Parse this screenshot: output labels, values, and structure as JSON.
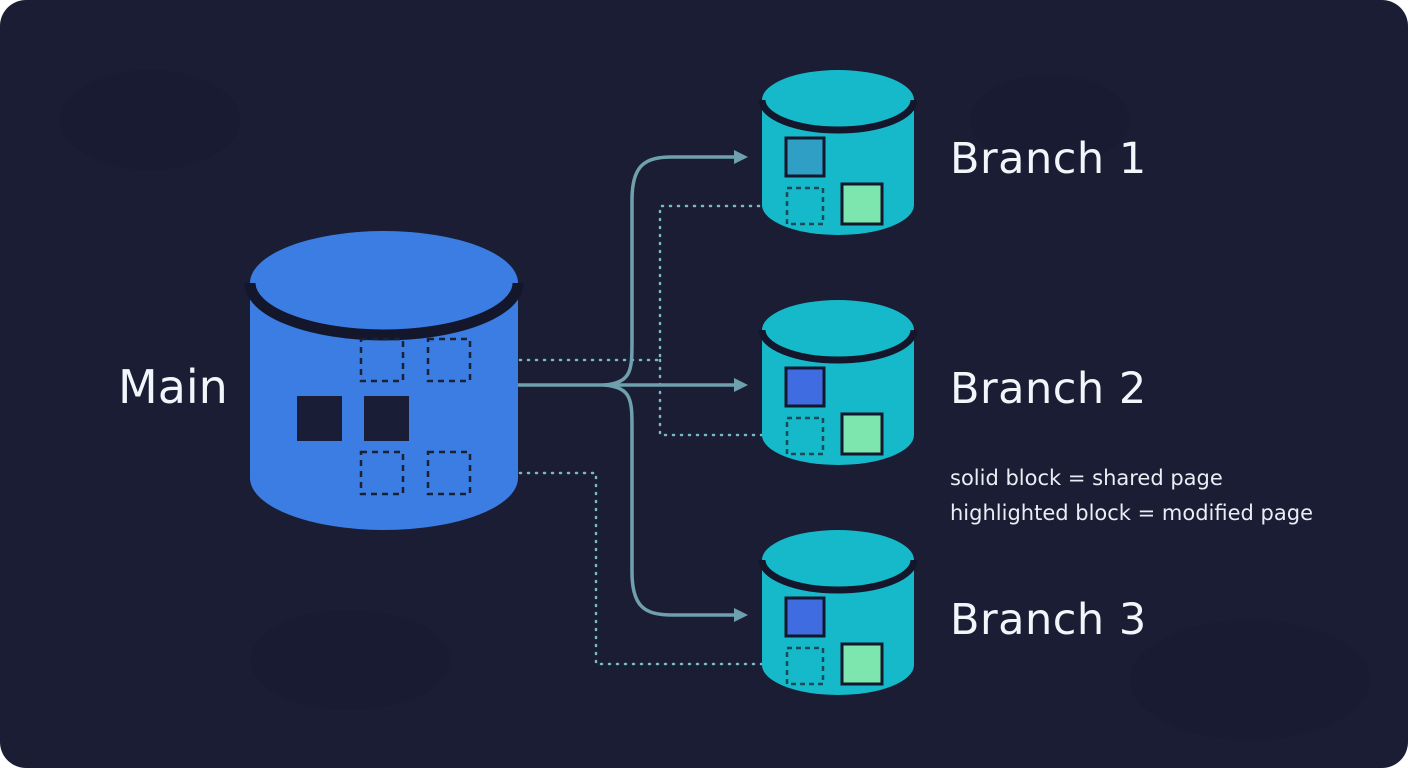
{
  "canvas": {
    "background": "#1a1d33"
  },
  "colors": {
    "main_cylinder": "#3b7de2",
    "branch_cylinder": "#16b9c9",
    "dark_outline": "#14172b",
    "solid_block": "#191d36",
    "main_dashed_stroke": "#1b2036",
    "branch_dashed_stroke": "#174b57",
    "green_block": "#7de5ae",
    "arrow": "#6fa0ad",
    "dotted_line": "#79bac7",
    "label_text": "#f2f5fa",
    "legend_text": "#e9edf4"
  },
  "nodes": {
    "main": {
      "label": "Main"
    },
    "branches": [
      {
        "label": "Branch 1",
        "top_block": "#2f9fc6"
      },
      {
        "label": "Branch 2",
        "top_block": "#3f6ce0"
      },
      {
        "label": "Branch 3",
        "top_block": "#3f6ce0"
      }
    ]
  },
  "legend": {
    "line1": "solid block = shared page",
    "line2": "highlighted block = modified page"
  }
}
